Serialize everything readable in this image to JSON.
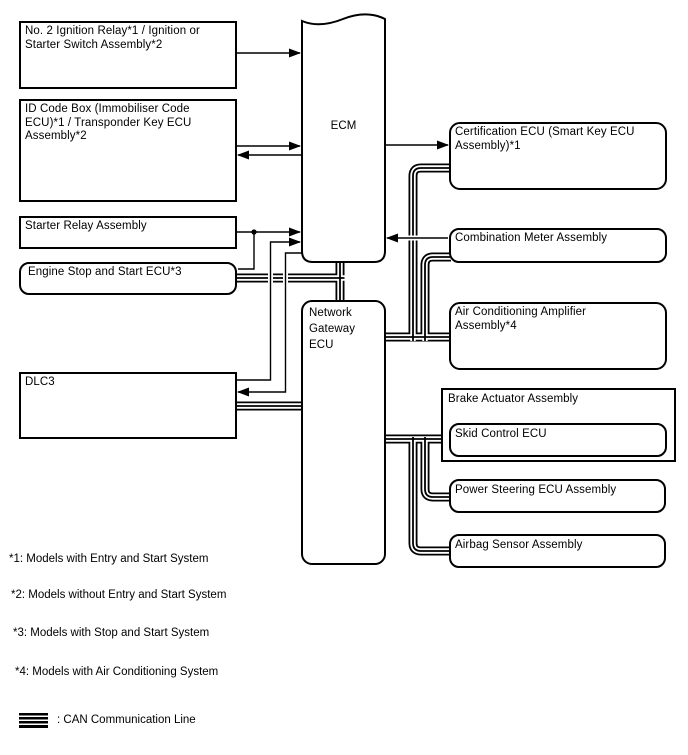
{
  "diagram": {
    "nodes": {
      "ignition_relay": {
        "label": "No. 2 Ignition Relay*1 / Ignition or Starter Switch Assembly*2"
      },
      "id_code_box": {
        "label": "ID Code Box (Immobiliser Code ECU)*1 / Transponder Key ECU Assembly*2"
      },
      "starter_relay": {
        "label": "Starter Relay Assembly"
      },
      "engine_stop_start_ecu": {
        "label": "Engine Stop and Start ECU*3"
      },
      "dlc3": {
        "label": "DLC3"
      },
      "ecm": {
        "label": "ECM"
      },
      "network_gateway_ecu": {
        "label": "Network Gateway ECU"
      },
      "certification_ecu": {
        "label": "Certification ECU (Smart Key ECU Assembly)*1"
      },
      "combination_meter": {
        "label": "Combination Meter Assembly"
      },
      "ac_amplifier": {
        "label": "Air Conditioning Amplifier Assembly*4"
      },
      "brake_actuator": {
        "label": "Brake Actuator Assembly"
      },
      "skid_control_ecu": {
        "label": "Skid Control ECU"
      },
      "power_steering_ecu": {
        "label": "Power Steering ECU Assembly"
      },
      "airbag_sensor": {
        "label": "Airbag Sensor Assembly"
      }
    },
    "footnotes": [
      "*1: Models with Entry and Start System",
      "*2: Models without Entry and Start System",
      "*3: Models with Stop and Start System",
      "*4: Models with Air Conditioning System"
    ],
    "legend": {
      "can_symbol": "can-triple-line",
      "can_label": ": CAN Communication Line"
    },
    "colors": {
      "line": "#000000",
      "background": "#ffffff",
      "text": "#000000"
    }
  }
}
